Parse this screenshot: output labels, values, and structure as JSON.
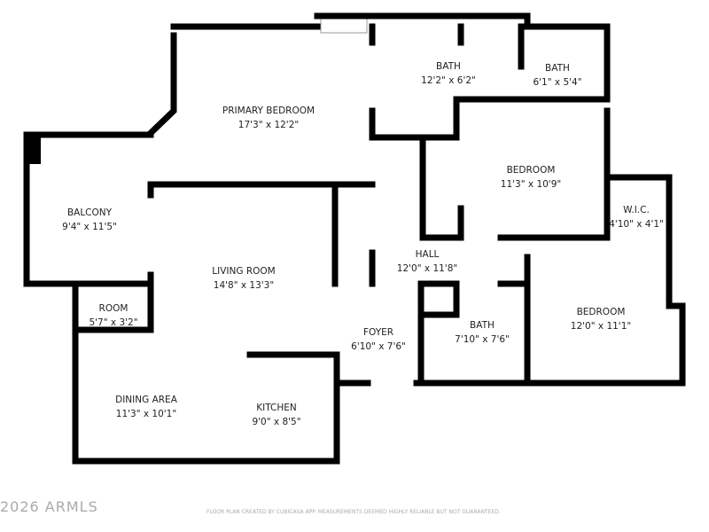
{
  "rooms": [
    {
      "name": "PRIMARY BEDROOM",
      "size": "17'3\" x 12'2\""
    },
    {
      "name": "BATH",
      "size": "12'2\" x 6'2\""
    },
    {
      "name": "BATH",
      "size": "6'1\" x 5'4\""
    },
    {
      "name": "BEDROOM",
      "size": "11'3\" x 10'9\""
    },
    {
      "name": "BALCONY",
      "size": "9'4\" x 11'5\""
    },
    {
      "name": "W.I.C.",
      "size": "4'10\" x 4'1\""
    },
    {
      "name": "LIVING ROOM",
      "size": "14'8\" x 13'3\""
    },
    {
      "name": "HALL",
      "size": "12'0\" x 11'8\""
    },
    {
      "name": "ROOM",
      "size": "5'7\" x 3'2\""
    },
    {
      "name": "FOYER",
      "size": "6'10\" x 7'6\""
    },
    {
      "name": "BATH",
      "size": "7'10\" x 7'6\""
    },
    {
      "name": "BEDROOM",
      "size": "12'0\" x 11'1\""
    },
    {
      "name": "DINING AREA",
      "size": "11'3\" x 10'1\""
    },
    {
      "name": "KITCHEN",
      "size": "9'0\" x 8'5\""
    }
  ],
  "watermark": "2026 ARMLS",
  "credit": "FLOOR PLAN CREATED BY CUBICASA APP. MEASUREMENTS DEEMED HIGHLY RELIABLE BUT NOT GUARANTEED."
}
